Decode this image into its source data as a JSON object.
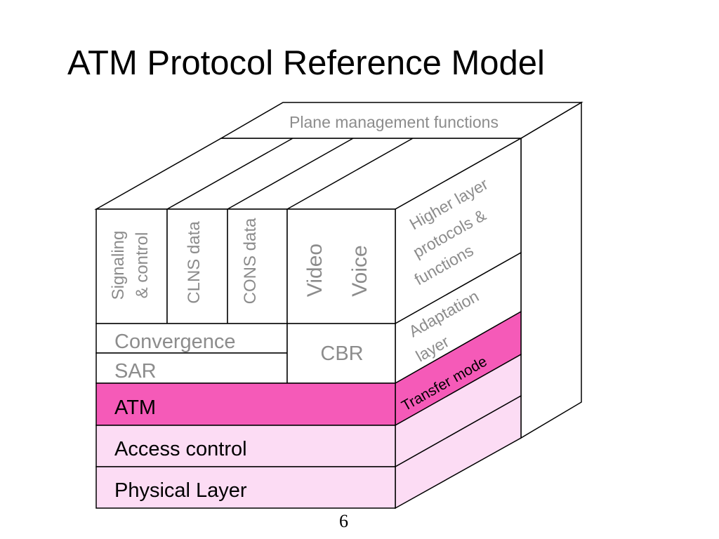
{
  "slide": {
    "title": "ATM Protocol Reference Model",
    "page_number": "6"
  },
  "diagram": {
    "plane_management": "Plane management functions",
    "user_plane_columns": {
      "signaling_line1": "Signaling",
      "signaling_line2": "& control",
      "clns": "CLNS data",
      "cons": "CONS data",
      "video": "Video",
      "voice": "Voice"
    },
    "front_layers": {
      "convergence": "Convergence",
      "sar": "SAR",
      "cbr": "CBR",
      "atm": "ATM",
      "access_control": "Access control",
      "physical": "Physical Layer"
    },
    "side_labels": {
      "higher_line1": "Higher layer",
      "higher_line2": "protocols &",
      "higher_line3": "functions",
      "adaptation_line1": "Adaptation",
      "adaptation_line2": "layer",
      "transfer_mode": "Transfer mode"
    },
    "colors": {
      "atm_highlight": "#f55ab8",
      "physical_fill": "#fcdcf4",
      "outline": "#000000",
      "gray_text": "#8c8c8c",
      "dark_text": "#000000"
    }
  }
}
